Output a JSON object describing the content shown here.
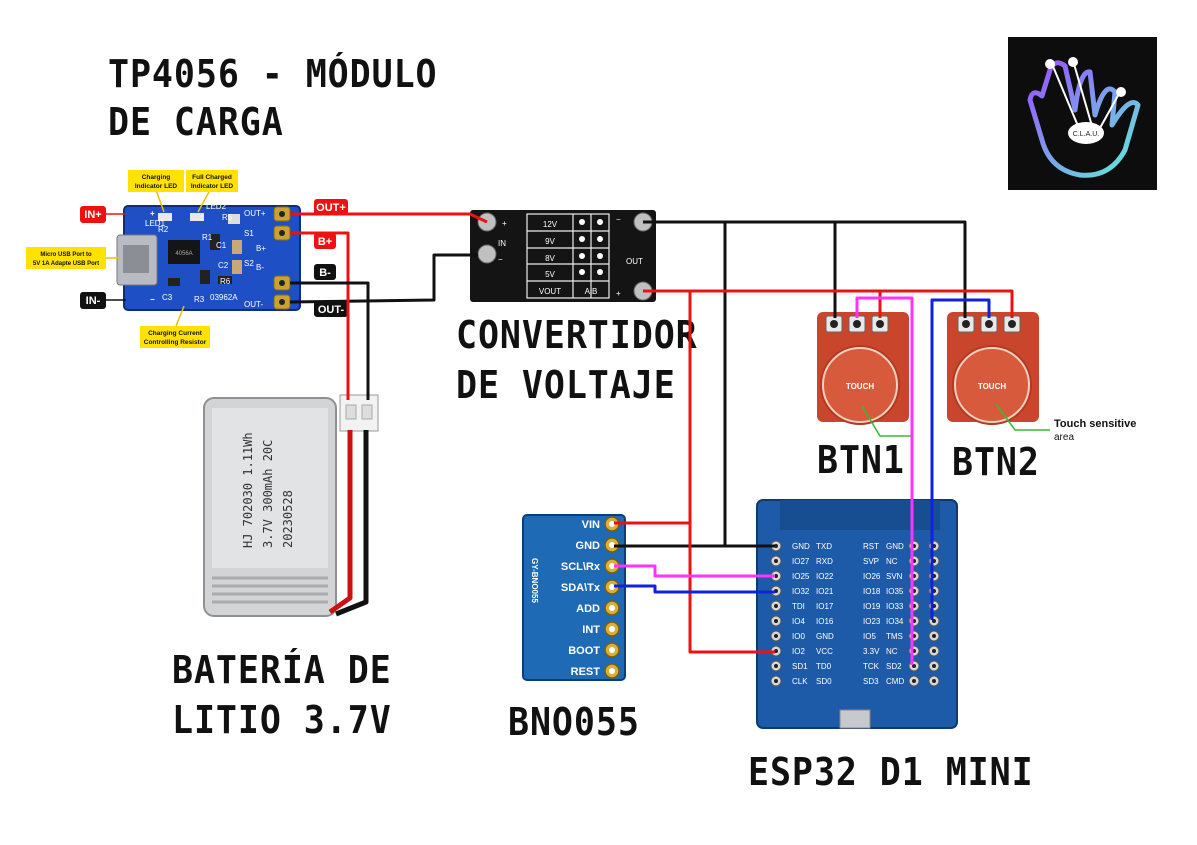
{
  "titles": {
    "tp4056": [
      "TP4056 - MÓDULO",
      "DE CARGA"
    ],
    "converter": [
      "CONVERTIDOR",
      "DE VOLTAJE"
    ],
    "battery": [
      "BATERÍA DE",
      "LITIO 3.7V"
    ],
    "bno": "BNO055",
    "esp": "ESP32 D1 MINI",
    "btn1": "BTN1",
    "btn2": "BTN2"
  },
  "tp4056": {
    "callouts": {
      "charging_led": [
        "Charging",
        "Indicator LED"
      ],
      "full_led": [
        "Full Charged",
        "Indicator LED"
      ],
      "usb": [
        "Micro USB Port to",
        "5V 1A Adapte USB Port"
      ],
      "resistor": [
        "Charging Current",
        "Controlling Resistor"
      ]
    },
    "tags": {
      "in_plus": "IN+",
      "in_minus": "IN-",
      "out_plus": "OUT+",
      "out_minus": "OUT-",
      "b_plus": "B+",
      "b_minus": "B-"
    },
    "board_labels": {
      "out_plus": "OUT+",
      "b_plus": "B+",
      "b_minus": "B-",
      "out_minus": "OUT-",
      "code": "03962A",
      "chip": "4056A",
      "r1": "R1",
      "r2": "R2",
      "r3": "R3",
      "r5": "R5",
      "r6": "R6",
      "c1": "C1",
      "c2": "C2",
      "c3": "C3",
      "s1": "S1",
      "s2": "S2",
      "led1": "LED1",
      "led2": "LED2"
    }
  },
  "converter": {
    "label_in": "IN",
    "label_out": "OUT",
    "label_vout": "VOUT",
    "label_ab": "A|B",
    "voltages": [
      "12V",
      "9V",
      "8V",
      "5V"
    ]
  },
  "battery": {
    "lines": [
      "HJ 702030 1.11Wh",
      "3.7V 300mAh 20C",
      "20230528"
    ]
  },
  "bno055": {
    "board_name": "GY-BNO055",
    "pins": [
      "VIN",
      "GND",
      "SCL\\Rx",
      "SDA\\Tx",
      "ADD",
      "INT",
      "BOOT",
      "REST"
    ]
  },
  "esp32": {
    "left_pairs": [
      [
        "GND",
        "TXD"
      ],
      [
        "IO27",
        "RXD"
      ],
      [
        "IO25",
        "IO22"
      ],
      [
        "IO32",
        "IO21"
      ],
      [
        "TDI",
        "IO17"
      ],
      [
        "IO4",
        "IO16"
      ],
      [
        "IO0",
        "GND"
      ],
      [
        "IO2",
        "VCC"
      ],
      [
        "SD1",
        "TD0"
      ],
      [
        "CLK",
        "SD0"
      ]
    ],
    "right_pairs": [
      [
        "RST",
        "GND"
      ],
      [
        "SVP",
        "NC"
      ],
      [
        "IO26",
        "SVN"
      ],
      [
        "IO18",
        "IO35"
      ],
      [
        "IO19",
        "IO33"
      ],
      [
        "IO23",
        "IO34"
      ],
      [
        "IO5",
        "TMS"
      ],
      [
        "3.3V",
        "NC"
      ],
      [
        "TCK",
        "SD2"
      ],
      [
        "SD3",
        "CMD"
      ]
    ]
  },
  "buttons": {
    "label": "TOUCH",
    "area_note": [
      "Touch sensitive",
      "area"
    ]
  },
  "logo": {
    "text": "C.L.A.U."
  },
  "colors": {
    "red": "#ee1111",
    "black": "#111111",
    "blue": "#1122dd",
    "magenta": "#ff33ff",
    "green": "#33bb33",
    "tp_board": "#1f4fc4",
    "esp_board": "#1d5ba8",
    "bno_board": "#1f6ab4",
    "button": "#c9462c"
  }
}
